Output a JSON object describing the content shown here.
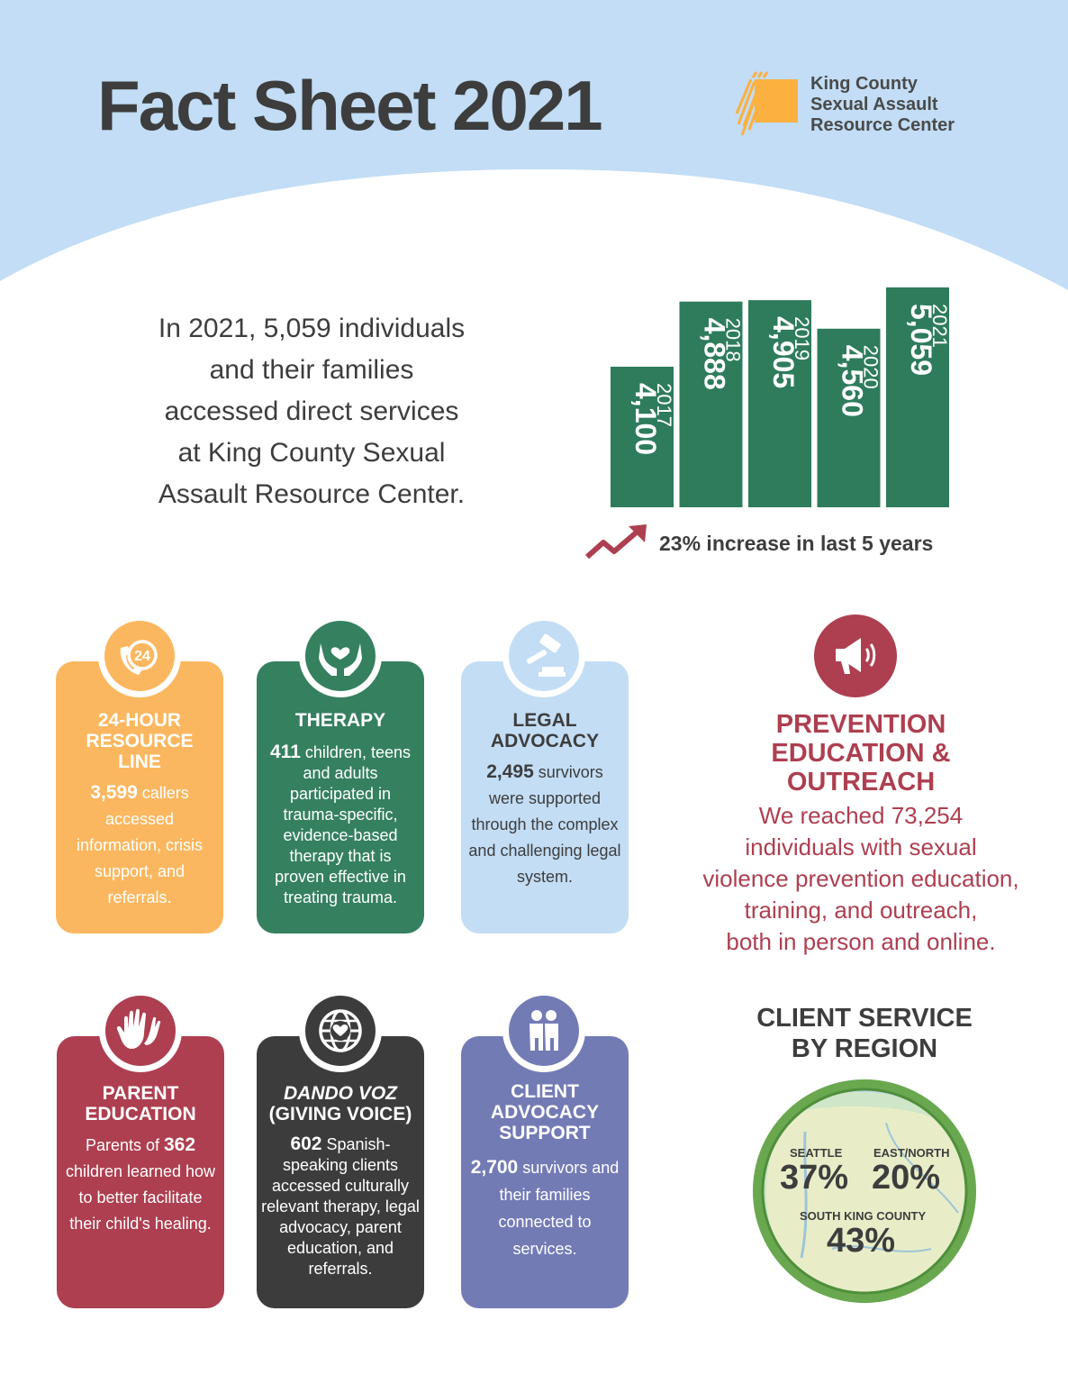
{
  "header": {
    "title": "Fact Sheet 2021",
    "logo_lines": [
      "King County",
      "Sexual Assault",
      "Resource Center"
    ]
  },
  "intro": {
    "lines": [
      "In 2021, 5,059 individuals",
      "and their families",
      "accessed direct services",
      "at King County Sexual",
      "Assault Resource Center."
    ]
  },
  "chart_data": {
    "type": "bar",
    "categories": [
      "2017",
      "2018",
      "2019",
      "2020",
      "2021"
    ],
    "values": [
      4100,
      4888,
      4905,
      4560,
      5059
    ],
    "value_labels": [
      "4,100",
      "4,888",
      "4,905",
      "4,560",
      "5,059"
    ],
    "bar_color": "#2e7c5c",
    "label_orientation": "vertical",
    "annotation": "23% increase in last 5 years"
  },
  "cards": [
    {
      "title": [
        "24-HOUR",
        "RESOURCE",
        "LINE"
      ],
      "number": "3,599",
      "text": "callers accessed information, crisis support, and referrals.",
      "color": "#fbb75f",
      "icon": "phone-24-icon"
    },
    {
      "title": [
        "THERAPY"
      ],
      "number": "411",
      "text": "children, teens and adults participated in trauma-specific, evidence-based therapy that is proven effective in treating trauma.",
      "color": "#35805f",
      "icon": "hands-heart-icon"
    },
    {
      "title": [
        "LEGAL",
        "ADVOCACY"
      ],
      "number": "2,495",
      "text": "survivors were supported through the complex and challenging legal system.",
      "color": "#c3ddf5",
      "icon": "gavel-icon"
    },
    {
      "title": [
        "PARENT",
        "EDUCATION"
      ],
      "prefix": "Parents of",
      "number": "362",
      "text": "children learned how to better facilitate their child's healing.",
      "color": "#ad3f50",
      "icon": "hands-icon"
    },
    {
      "title": [
        "DANDO VOZ",
        "(GIVING VOICE)"
      ],
      "number": "602",
      "text": "Spanish-speaking clients accessed culturally relevant therapy, legal advocacy, parent education, and referrals.",
      "color": "#3c3c3c",
      "icon": "globe-heart-icon"
    },
    {
      "title": [
        "CLIENT",
        "ADVOCACY",
        "SUPPORT"
      ],
      "number": "2,700",
      "text": "survivors and their families connected to services.",
      "color": "#737bb5",
      "icon": "people-icon"
    }
  ],
  "prevention": {
    "title": [
      "PREVENTION",
      "EDUCATION &",
      "OUTREACH"
    ],
    "body": [
      "We reached 73,254",
      "individuals with sexual",
      "violence prevention education,",
      "training, and outreach,",
      "both in person and online."
    ],
    "color": "#ad3f50",
    "icon": "megaphone-icon"
  },
  "region": {
    "title": [
      "CLIENT SERVICE",
      "BY REGION"
    ],
    "items": [
      {
        "label": "SEATTLE",
        "pct": "37%"
      },
      {
        "label": "EAST/NORTH",
        "pct": "20%"
      },
      {
        "label": "SOUTH KING COUNTY",
        "pct": "43%"
      }
    ]
  }
}
